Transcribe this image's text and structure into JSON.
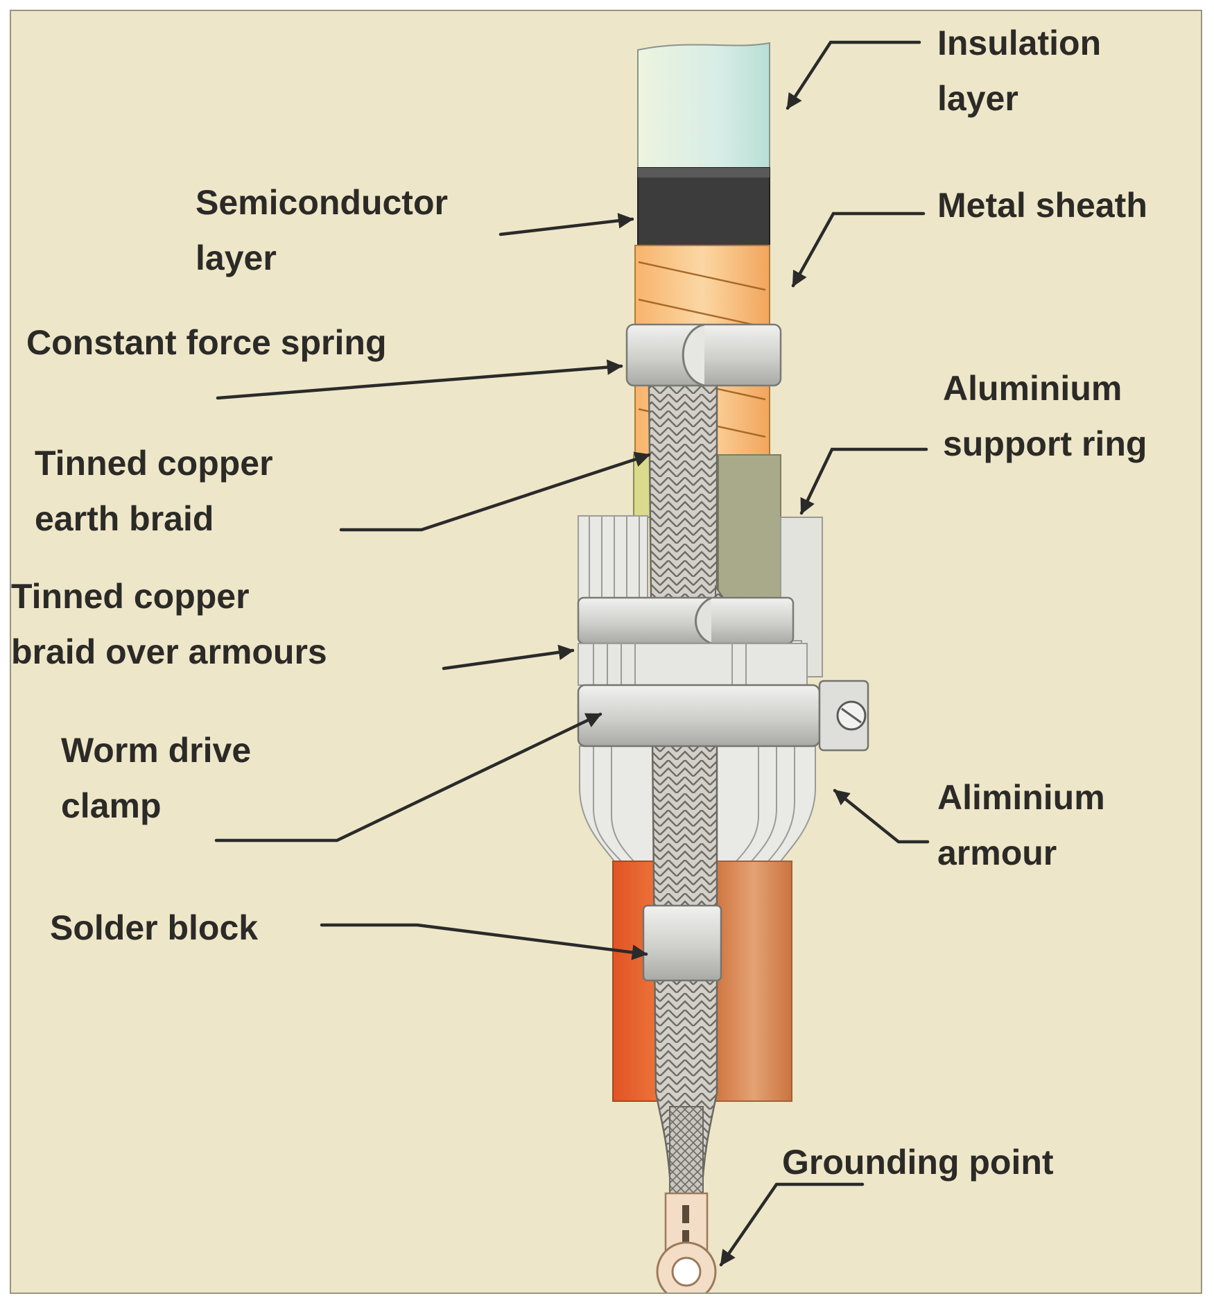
{
  "labels": {
    "insulation_layer": [
      "Insulation",
      "layer"
    ],
    "semiconductor_layer": [
      "Semiconductor",
      "layer"
    ],
    "metal_sheath": [
      "Metal sheath"
    ],
    "constant_force_spring": [
      "Constant force spring"
    ],
    "aluminium_support_ring": [
      "Aluminium",
      "support ring"
    ],
    "tinned_copper_earth_braid": [
      "Tinned copper",
      "earth braid"
    ],
    "tinned_copper_braid_over_armours": [
      "Tinned copper",
      "braid over armours"
    ],
    "worm_drive_clamp": [
      "Worm drive",
      "clamp"
    ],
    "aliminium_armour": [
      "Aliminium",
      "armour"
    ],
    "solder_block": [
      "Solder block"
    ],
    "grounding_point": [
      "Grounding point"
    ]
  },
  "colors": {
    "background": "#ede6c8",
    "insulation": "#dff0e8",
    "semiconductor": "#3a3a3a",
    "metal_sheath": "#f7b56a",
    "braid": "#d2d0c8",
    "clamp_metal": "#c9c9c6",
    "support_ring": "#a9aa8a",
    "solder_block_left": "#e8622a",
    "solder_block_right": "#d98a55",
    "leader_line": "#2a2a2a"
  }
}
